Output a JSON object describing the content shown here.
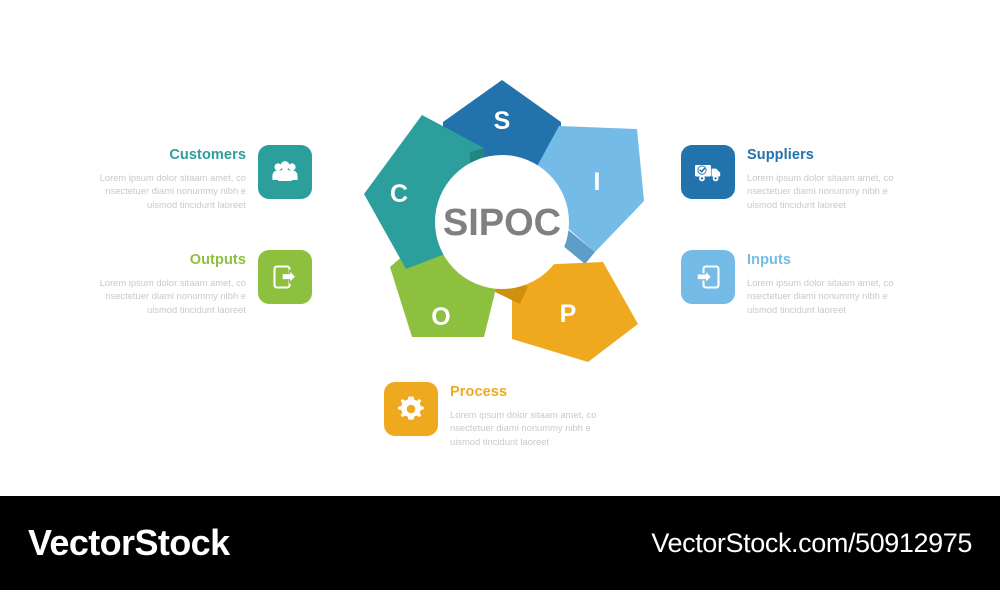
{
  "diagram": {
    "center_label": "SIPOC",
    "center_label_color": "#808080",
    "segments": [
      {
        "letter": "S",
        "name": "suppliers",
        "color": "#2272ac",
        "shadow": "#1d5f90"
      },
      {
        "letter": "I",
        "name": "inputs",
        "color": "#74bbe8",
        "shadow": "#5d9dc6"
      },
      {
        "letter": "P",
        "name": "process",
        "color": "#efa91f",
        "shadow": "#d0900f"
      },
      {
        "letter": "O",
        "name": "outputs",
        "color": "#8dc03f",
        "shadow": "#76a331"
      },
      {
        "letter": "C",
        "name": "customers",
        "color": "#2c9e9b",
        "shadow": "#238582"
      }
    ]
  },
  "callouts": [
    {
      "key": "customers",
      "title": "Customers",
      "title_color": "#2c9e9b",
      "tile_color": "#2c9e9b",
      "icon": "people-group-icon",
      "body_line1": "Lorem ipsum dolor sitaam amet, co",
      "body_line2": "nsectetuer diami nonummy  nibh e",
      "body_line3": "uismod tincidunt laoreet"
    },
    {
      "key": "outputs",
      "title": "Outputs",
      "title_color": "#8dc03f",
      "tile_color": "#8dc03f",
      "icon": "export-box-icon",
      "body_line1": "Lorem ipsum dolor sitaam amet, co",
      "body_line2": "nsectetuer diami nonummy  nibh e",
      "body_line3": "uismod tincidunt laoreet"
    },
    {
      "key": "suppliers",
      "title": "Suppliers",
      "title_color": "#2272ac",
      "tile_color": "#2272ac",
      "icon": "delivery-truck-check-icon",
      "body_line1": "Lorem ipsum dolor sitaam amet, co",
      "body_line2": "nsectetuer diami nonummy  nibh e",
      "body_line3": "uismod tincidunt laoreet"
    },
    {
      "key": "inputs",
      "title": "Inputs",
      "title_color": "#74bbe8",
      "tile_color": "#74bbe8",
      "icon": "import-box-icon",
      "body_line1": "Lorem ipsum dolor sitaam amet, co",
      "body_line2": "nsectetuer diami nonummy  nibh e",
      "body_line3": "uismod tincidunt laoreet"
    },
    {
      "key": "process",
      "title": "Process",
      "title_color": "#efa91f",
      "tile_color": "#efa91f",
      "icon": "gear-icon",
      "body_line1": "Lorem ipsum dolor sitaam amet, co",
      "body_line2": "nsectetuer diami nonummy  nibh e",
      "body_line3": "uismod tincidunt laoreet"
    }
  ],
  "watermark": {
    "logo": "VectorStock",
    "url": "VectorStock.com/50912975",
    "background": "#000000",
    "text_color": "#ffffff"
  }
}
